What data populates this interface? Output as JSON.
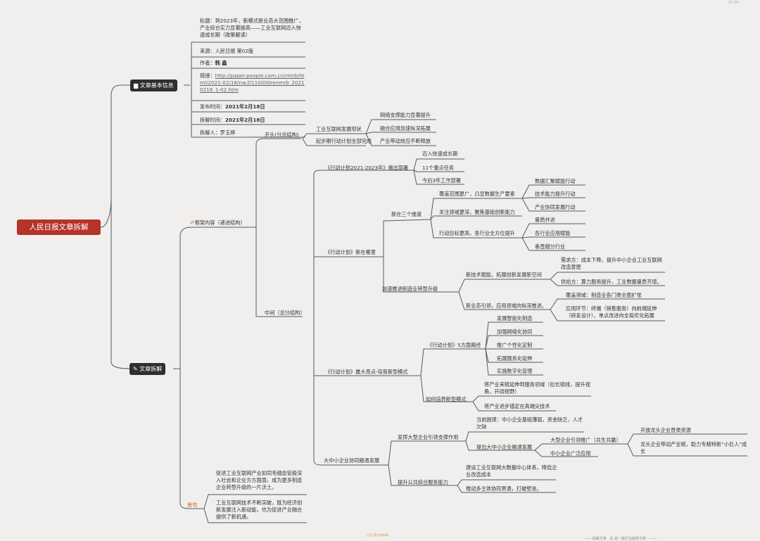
{
  "header_meta": "22 84",
  "footer_note": "人民日报文章拆解",
  "footer_right": "——  拆解文章  ·  这 是一篇行业趋势文章  ·  ——",
  "root": "人民日报文章拆解",
  "basic": {
    "label": "文章基本信息",
    "title": "标题：到2023年，新模式新业态大范围推广，产业综合实力显著提高——工业互联网迈入快速成长期（政策解读）",
    "source": "来源：人民日报 第02版",
    "author_label": "作者：",
    "author_value": "韩 鑫",
    "link_label": "链接：",
    "link_value": "http://paper.people.com.cn/rmrb/html/2021-02/18/nw.D110000renmrb_20210218_1-02.htm",
    "publish_label": "发布时间：",
    "publish_value": "2021年2月18日",
    "analysis_label": "拆解时间：",
    "analysis_value": "2021年2月18日",
    "analyst": "拆解人：罗玉婷"
  },
  "breakdown": {
    "label": "文章拆解",
    "framework": "框架内容（递进结构）",
    "opening": {
      "label": "开头(分总结构)",
      "b1": "工业互联网发展现状",
      "b1_items": [
        "网络支撑能力显著提升",
        "融合应用加速纵深拓展",
        "产业带动效应不断释放"
      ],
      "b2": "起步期行动计划全部完成"
    },
    "middle": {
      "label": "中间（总分结构）",
      "plan": "《行动计划2021-2023年》做出部署",
      "plan_items": [
        "迈入快速成长期",
        "11个重点任务",
        "今后3年工作部署"
      ],
      "new": "《行动计划》新在哪里",
      "three": "新在三个维度",
      "t1": "覆盖范围更广，凸显数据生产要素",
      "t1_items": [
        "数据汇聚赋能行动",
        "技术能力提升行动",
        "产业协同发展行动"
      ],
      "t2": "关注领域更深，聚焦基础创新能力",
      "t3": "行动目标更高，各行业全方位提升",
      "t3_items": [
        "量质并进",
        "各行业应用赋能",
        "垂直细分行业"
      ],
      "accel": "加速推进制造业转型升级",
      "a1": "新技术赋能，拓展创新发展新空间",
      "a1_demand": "需求方：成本下降，提升中小企业工业互联网改造意愿",
      "a1_supply": "供给方：算力服务提升，工业数据量质齐增。",
      "a2": "新业态引领，应用领域向纵深推进。",
      "a2_cover": "覆盖领域：制造业各门类全面扩张",
      "a2_app": "应用环节：终端（销售服务）向前端延伸（研发设计），单点改进向全局优化拓展",
      "high": "《行动计划》最大亮点-培育新型模式",
      "five": "《行动计划》5方面路径",
      "five_items": [
        "发展智能化制造",
        "加强网络化协同",
        "推广个性化定制",
        "拓展服务化延伸",
        "实施数字化管理"
      ],
      "cultivate": "如何培养新型模式",
      "cult_items": [
        "将产业来链延伸到服务领域（拉长链线，提升视角，开阔视野）",
        "将产业进步锚定在高端尖技术"
      ],
      "sme": "大中小企业协同融通发展",
      "s1": "发挥大型企业引领支撑作用",
      "s1_issue": "当前困境：中小企业基础薄弱，资金缺乏，人才欠缺",
      "s1_promote": "提出大中小企业融通发展",
      "large": "大型企业引领推广（共生共赢）",
      "large_a": "开放龙头企业普类资源",
      "large_b": "龙头企业带动产业链，助力专精特新“小巨人”成长",
      "small": "中小企业广泛应用",
      "s2": "提升公共综合服务能力",
      "s2_items": [
        "建设工业互联网大数据中心体系，降低企业改造成本",
        "推动多主体协同贯通，打破壁垒。"
      ]
    },
    "golden": {
      "label": "金句",
      "items": [
        "促进工业互联网产业如同毛细血管般深入社会和企业方方面面，成为更多制造企业转型升级的一片沃土。",
        "工业互联网技术不断突破，既为经济创新发展注入新动能，也为促进产业融合提供了新机遇。"
      ]
    }
  }
}
